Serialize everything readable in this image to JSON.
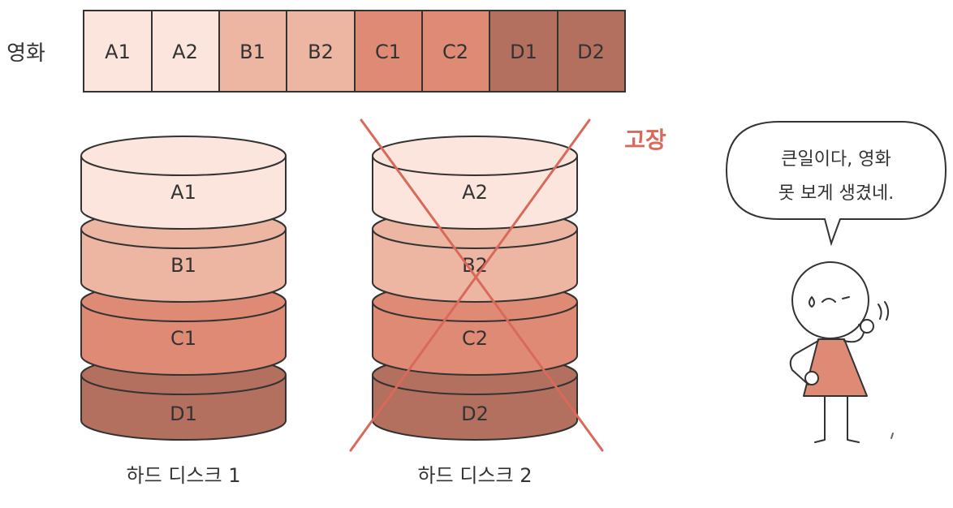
{
  "movie": {
    "label": "영화",
    "blocks": [
      "A1",
      "A2",
      "B1",
      "B2",
      "C1",
      "C2",
      "D1",
      "D2"
    ]
  },
  "colors": {
    "A": "#fbe5dc",
    "B": "#ecb6a2",
    "C": "#df8a74",
    "D": "#b3705f",
    "outline": "#333333",
    "cross": "#d9695a",
    "broken_label": "#d9695a",
    "figure_dress": "#df8a74"
  },
  "disk1": {
    "label": "하드 디스크 1",
    "blocks": [
      "A1",
      "B1",
      "C1",
      "D1"
    ]
  },
  "disk2": {
    "label": "하드 디스크 2",
    "blocks": [
      "A2",
      "B2",
      "C2",
      "D2"
    ],
    "status": "고장"
  },
  "speech": {
    "line1": "큰일이다, 영화",
    "line2": "못 보게 생겼네."
  }
}
